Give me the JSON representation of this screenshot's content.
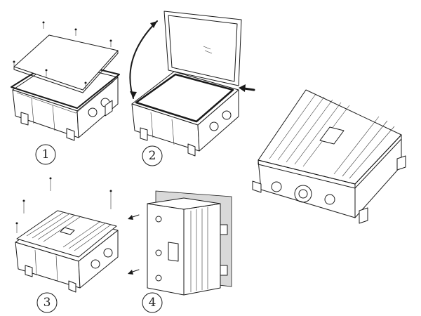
{
  "steps": [
    {
      "label": "1"
    },
    {
      "label": "2"
    },
    {
      "label": "3"
    },
    {
      "label": "4"
    }
  ],
  "colors": {
    "line": "#1a1a1a",
    "wall": "#d9d9d9",
    "background": "#ffffff"
  }
}
